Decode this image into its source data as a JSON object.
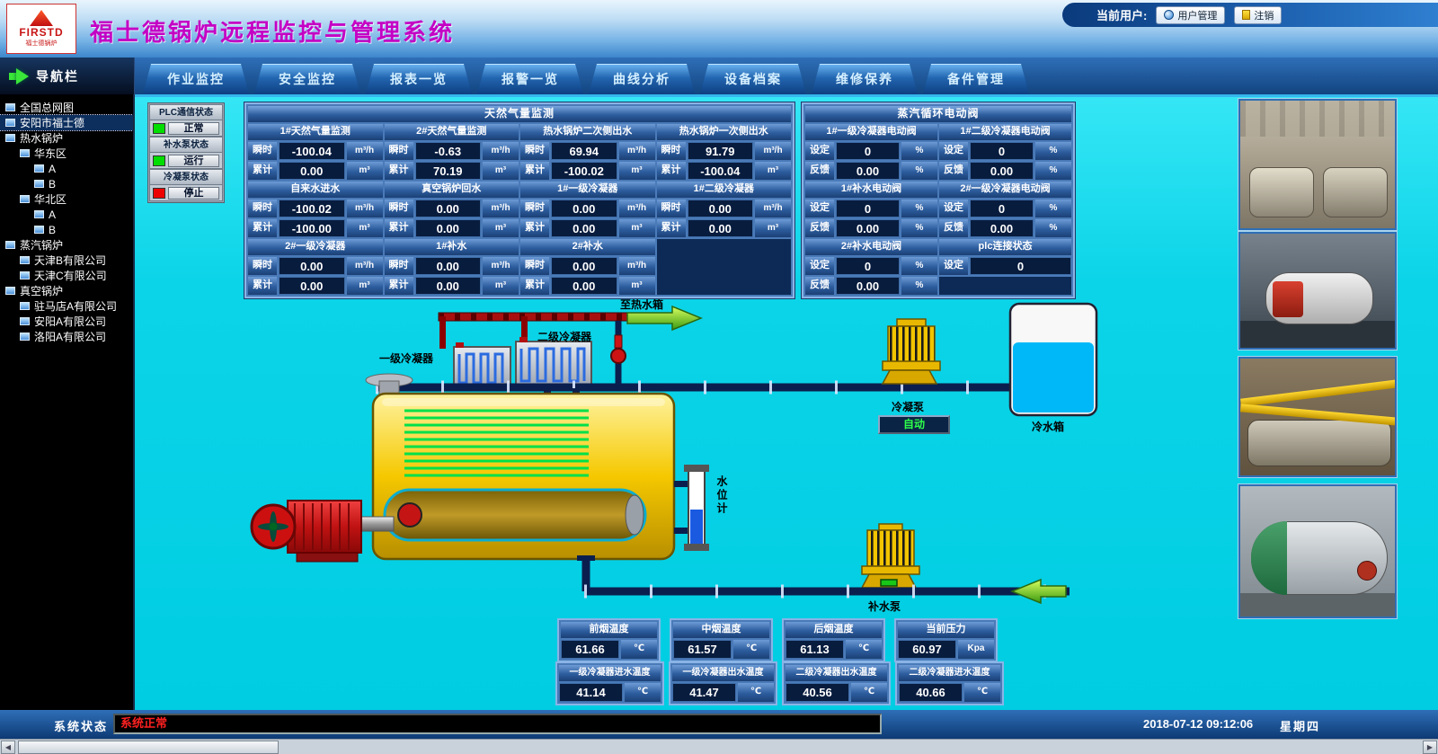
{
  "header": {
    "logo_text": "FIRSTD",
    "logo_caption": "福士德锅炉",
    "title": "福士德锅炉远程监控与管理系统",
    "user_label": "当前用户:",
    "btn_user": "用户管理",
    "btn_logout": "注销"
  },
  "nav": {
    "sidebar_title": "导航栏",
    "tabs": [
      "作业监控",
      "安全监控",
      "报表一览",
      "报警一览",
      "曲线分析",
      "设备档案",
      "维修保养",
      "备件管理"
    ]
  },
  "tree": {
    "items": [
      {
        "label": "全国总网图",
        "level": 0
      },
      {
        "label": "安阳市福士德",
        "level": 0,
        "selected": true
      },
      {
        "label": "热水锅炉",
        "level": 0
      },
      {
        "label": "华东区",
        "level": 1
      },
      {
        "label": "A",
        "level": 2
      },
      {
        "label": "B",
        "level": 2
      },
      {
        "label": "华北区",
        "level": 1
      },
      {
        "label": "A",
        "level": 2
      },
      {
        "label": "B",
        "level": 2
      },
      {
        "label": "蒸汽锅炉",
        "level": 0
      },
      {
        "label": "天津B有限公司",
        "level": 1
      },
      {
        "label": "天津C有限公司",
        "level": 1
      },
      {
        "label": "真空锅炉",
        "level": 0
      },
      {
        "label": "驻马店A有限公司",
        "level": 1
      },
      {
        "label": "安阳A有限公司",
        "level": 1
      },
      {
        "label": "洛阳A有限公司",
        "level": 1
      }
    ]
  },
  "plc": {
    "groups": [
      {
        "label": "PLC通信状态",
        "value": "正常",
        "color": "#00dd00"
      },
      {
        "label": "补水泵状态",
        "value": "运行",
        "color": "#00dd00"
      },
      {
        "label": "冷凝泵状态",
        "value": "停止",
        "color": "#ee0000"
      }
    ]
  },
  "gas_panel": {
    "title": "天然气量监测",
    "inst_label": "瞬时",
    "total_label": "累计",
    "inst_unit": "m³/h",
    "total_unit": "m³",
    "meters": [
      {
        "name": "1#天然气量监测",
        "inst": "-100.04",
        "total": "0.00"
      },
      {
        "name": "2#天然气量监测",
        "inst": "-0.63",
        "total": "70.19"
      },
      {
        "name": "热水锅炉二次侧出水",
        "inst": "69.94",
        "total": "-100.02"
      },
      {
        "name": "热水锅炉一次侧出水",
        "inst": "91.79",
        "total": "-100.04"
      },
      {
        "name": "自来水进水",
        "inst": "-100.02",
        "total": "-100.00"
      },
      {
        "name": "真空锅炉回水",
        "inst": "0.00",
        "total": "0.00"
      },
      {
        "name": "1#一级冷凝器",
        "inst": "0.00",
        "total": "0.00"
      },
      {
        "name": "1#二级冷凝器",
        "inst": "0.00",
        "total": "0.00"
      },
      {
        "name": "2#一级冷凝器",
        "inst": "0.00",
        "total": "0.00"
      },
      {
        "name": "1#补水",
        "inst": "0.00",
        "total": "0.00"
      },
      {
        "name": "2#补水",
        "inst": "0.00",
        "total": "0.00"
      }
    ]
  },
  "valve_panel": {
    "title": "蒸汽循环电动阀",
    "set_label": "设定",
    "fb_label": "反馈",
    "unit": "%",
    "valves": [
      {
        "name": "1#一级冷凝器电动阀",
        "set": "0",
        "fb": "0.00"
      },
      {
        "name": "1#二级冷凝器电动阀",
        "set": "0",
        "fb": "0.00"
      },
      {
        "name": "1#补水电动阀",
        "set": "0",
        "fb": "0.00"
      },
      {
        "name": "2#一级冷凝器电动阀",
        "set": "0",
        "fb": "0.00"
      },
      {
        "name": "2#补水电动阀",
        "set": "0",
        "fb": "0.00"
      },
      {
        "name": "plc连接状态",
        "set": "0"
      }
    ]
  },
  "diagram": {
    "labels": {
      "to_hot_water_tank": "至热水箱",
      "condenser2": "二级冷凝器",
      "condenser1": "一级冷凝器",
      "condensate_pump": "冷凝泵",
      "auto": "自动",
      "cold_water_tank": "冷水箱",
      "water_level_gauge": "水位计",
      "makeup_pump": "补水泵"
    }
  },
  "metrics": {
    "row1": [
      {
        "label": "前烟温度",
        "value": "61.66",
        "unit": "℃"
      },
      {
        "label": "中烟温度",
        "value": "61.57",
        "unit": "℃"
      },
      {
        "label": "后烟温度",
        "value": "61.13",
        "unit": "℃"
      },
      {
        "label": "当前压力",
        "value": "60.97",
        "unit": "Kpa"
      }
    ],
    "row2": [
      {
        "label": "一级冷凝器进水温度",
        "value": "41.14",
        "unit": "℃"
      },
      {
        "label": "一级冷凝器出水温度",
        "value": "41.47",
        "unit": "℃"
      },
      {
        "label": "二级冷凝器出水温度",
        "value": "40.56",
        "unit": "℃"
      },
      {
        "label": "二级冷凝器进水温度",
        "value": "40.66",
        "unit": "℃"
      }
    ]
  },
  "statusbar": {
    "label": "系统状态",
    "message": "系统正常",
    "datetime": "2018-07-12 09:12:06",
    "weekday": "星期四"
  },
  "colors": {
    "main_bg": "#0cd4e8",
    "title_text": "#c400c4",
    "status_run": "#00dd00",
    "status_stop": "#ee0000",
    "alarm_text": "#ff2020"
  }
}
